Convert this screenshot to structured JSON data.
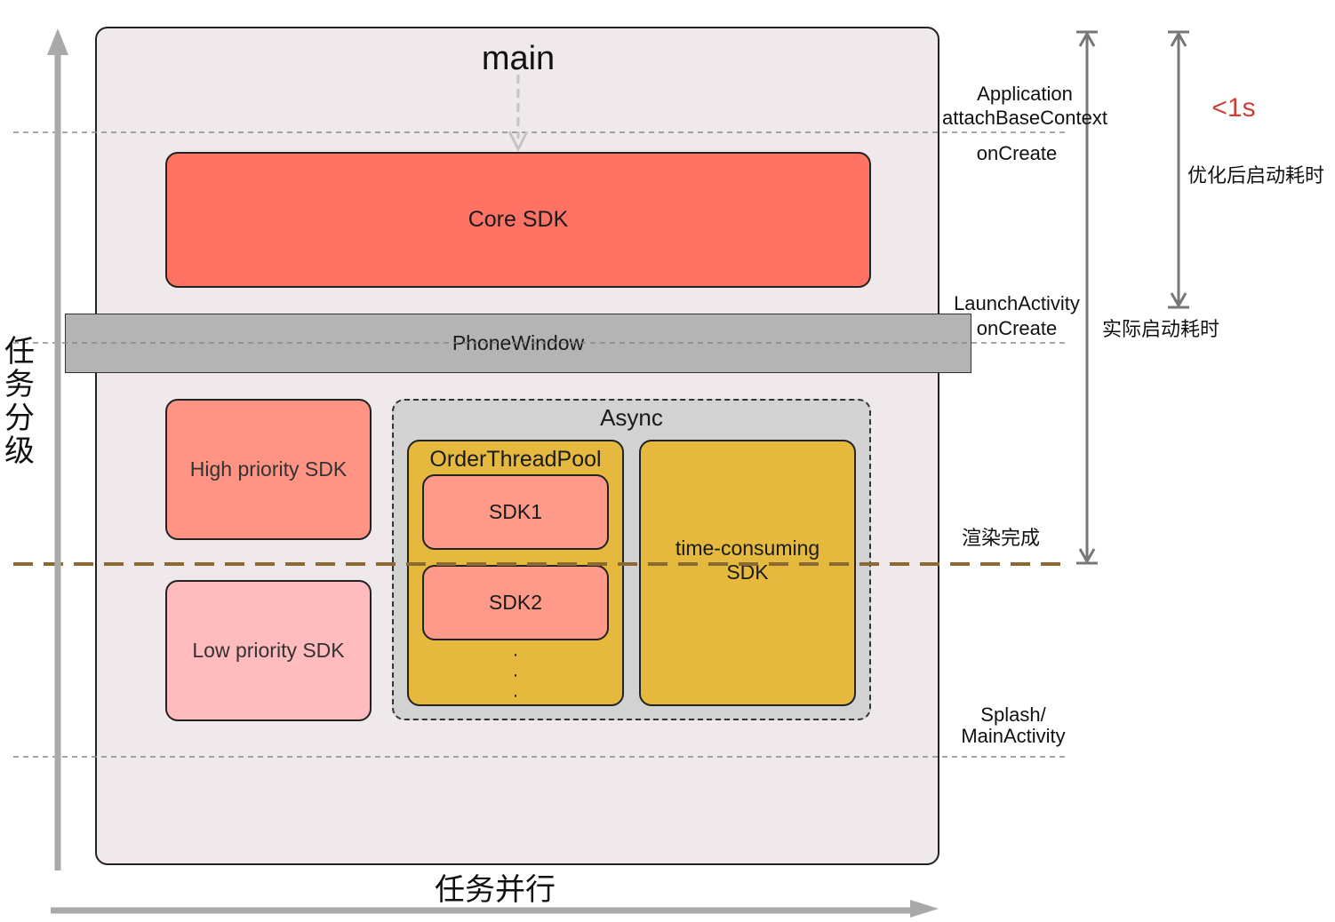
{
  "diagram": {
    "main_label": "main",
    "core_sdk": "Core SDK",
    "phone_window": "PhoneWindow",
    "high_priority": "High priority SDK",
    "low_priority": "Low priority SDK",
    "async_label": "Async",
    "order_pool": "OrderThreadPool",
    "sdk1": "SDK1",
    "sdk2": "SDK2",
    "dots": "·",
    "time_consuming_line1": "time-consuming",
    "time_consuming_line2": "SDK"
  },
  "annotations": {
    "application_line1": "Application",
    "application_line2": "attachBaseContext",
    "oncreate": "onCreate",
    "launch_line1": "LaunchActivity",
    "launch_line2": "onCreate",
    "render_done": "渲染完成",
    "splash_line1": "Splash/",
    "splash_line2": "MainActivity",
    "under_1s": "<1s",
    "optimized_time": "优化后启动耗时",
    "actual_time": "实际启动耗时"
  },
  "axes": {
    "y_label_chars": [
      "任",
      "务",
      "分",
      "级"
    ],
    "x_label": "任务并行"
  },
  "colors": {
    "core": "#ff7264",
    "high": "#ff9384",
    "low": "#ffbbbd",
    "pool": "#e5b93e",
    "sdk": "#ff9a8a",
    "async_bg": "#d2d2d2",
    "phone": "#b4b4b4",
    "frame": "#efe9eb",
    "accent_red": "#c9403a",
    "render_line": "#8a6a30"
  }
}
